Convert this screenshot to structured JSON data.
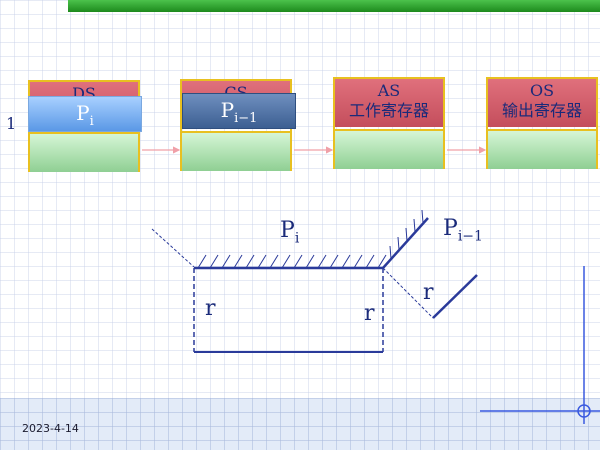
{
  "slide": {
    "row_number": "1",
    "date": "2023-4-14"
  },
  "pipeline": {
    "stages": [
      {
        "name": "DS",
        "sub": ""
      },
      {
        "name": "CS",
        "sub": ""
      },
      {
        "name": "AS",
        "sub": "工作寄存器"
      },
      {
        "name": "OS",
        "sub": "输出寄存器"
      }
    ],
    "chips": [
      {
        "base": "P",
        "subscript": "i"
      },
      {
        "base": "P",
        "subscript": "i−1"
      }
    ]
  },
  "diagram": {
    "label_pi": {
      "base": "P",
      "subscript": "i"
    },
    "label_pi1": {
      "base": "P",
      "subscript": "i−1"
    },
    "radius_left": "r",
    "radius_right": "r",
    "radius_corner": "r"
  },
  "colors": {
    "line": "#2a3a9a",
    "stage_top": "#c44e5c",
    "stage_bottom": "#8fcf93",
    "stage_border": "#e8c020",
    "arrow": "#f0a0a8",
    "accent_bar": "#2a9a2a",
    "crosshair": "#3a5adf"
  }
}
